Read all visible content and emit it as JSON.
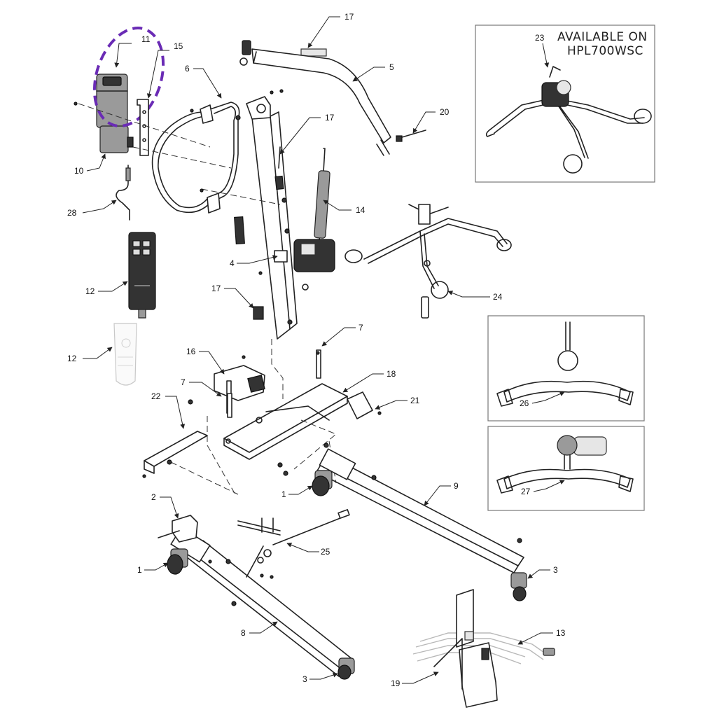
{
  "diagram": {
    "available_note": {
      "line1": "AVAILABLE ON",
      "line2": "HPL700WSC"
    },
    "callouts": [
      {
        "id": "c11",
        "label": "11"
      },
      {
        "id": "c15",
        "label": "15"
      },
      {
        "id": "c6",
        "label": "6"
      },
      {
        "id": "c17a",
        "label": "17"
      },
      {
        "id": "c5",
        "label": "5"
      },
      {
        "id": "c20",
        "label": "20"
      },
      {
        "id": "c17b",
        "label": "17"
      },
      {
        "id": "c10",
        "label": "10"
      },
      {
        "id": "c28",
        "label": "28"
      },
      {
        "id": "c14",
        "label": "14"
      },
      {
        "id": "c4",
        "label": "4"
      },
      {
        "id": "c12a",
        "label": "12"
      },
      {
        "id": "c17c",
        "label": "17"
      },
      {
        "id": "c12b",
        "label": "12"
      },
      {
        "id": "c24",
        "label": "24"
      },
      {
        "id": "c23",
        "label": "23"
      },
      {
        "id": "c7a",
        "label": "7"
      },
      {
        "id": "c16",
        "label": "16"
      },
      {
        "id": "c18",
        "label": "18"
      },
      {
        "id": "c7b",
        "label": "7"
      },
      {
        "id": "c22",
        "label": "22"
      },
      {
        "id": "c21",
        "label": "21"
      },
      {
        "id": "c26",
        "label": "26"
      },
      {
        "id": "c27",
        "label": "27"
      },
      {
        "id": "c1a",
        "label": "1"
      },
      {
        "id": "c9",
        "label": "9"
      },
      {
        "id": "c2",
        "label": "2"
      },
      {
        "id": "c25",
        "label": "25"
      },
      {
        "id": "c1b",
        "label": "1"
      },
      {
        "id": "c3a",
        "label": "3"
      },
      {
        "id": "c8",
        "label": "8"
      },
      {
        "id": "c13",
        "label": "13"
      },
      {
        "id": "c3b",
        "label": "3"
      },
      {
        "id": "c19",
        "label": "19"
      }
    ],
    "colors": {
      "highlight": "#6a2bb5",
      "line": "#222222",
      "frame": "#777777"
    }
  }
}
